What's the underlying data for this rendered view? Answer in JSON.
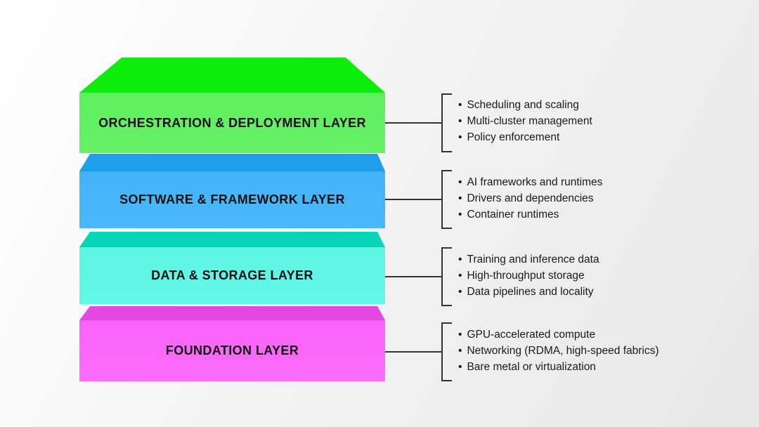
{
  "diagram": {
    "bullet_char": "•",
    "layers": [
      {
        "title": "ORCHESTRATION & DEPLOYMENT LAYER",
        "top_color": "#0ced0c",
        "front_color": "#62f162",
        "bullets": [
          "Scheduling and scaling",
          "Multi-cluster management",
          "Policy enforcement"
        ]
      },
      {
        "title": "SOFTWARE & FRAMEWORK LAYER",
        "top_color": "#1e9fe9",
        "front_color": "#47b6fa",
        "bullets": [
          "AI frameworks and runtimes",
          "Drivers and dependencies",
          "Container runtimes"
        ]
      },
      {
        "title": "DATA & STORAGE LAYER",
        "top_color": "#06d6b6",
        "front_color": "#5ff6e6",
        "bullets": [
          "Training and inference data",
          "High-throughput storage",
          "Data pipelines and locality"
        ]
      },
      {
        "title": "FOUNDATION LAYER",
        "top_color": "#e348e3",
        "front_color": "#fb68fb",
        "bullets": [
          "GPU-accelerated compute",
          "Networking (RDMA, high-speed fabrics)",
          "Bare metal or virtualization"
        ]
      }
    ]
  },
  "colors": {
    "connector_line": "#333333",
    "bullet_text": "#1a1a1a",
    "label_text": "#101010",
    "background_from": "#ffffff",
    "background_to": "#e7e7e7"
  }
}
